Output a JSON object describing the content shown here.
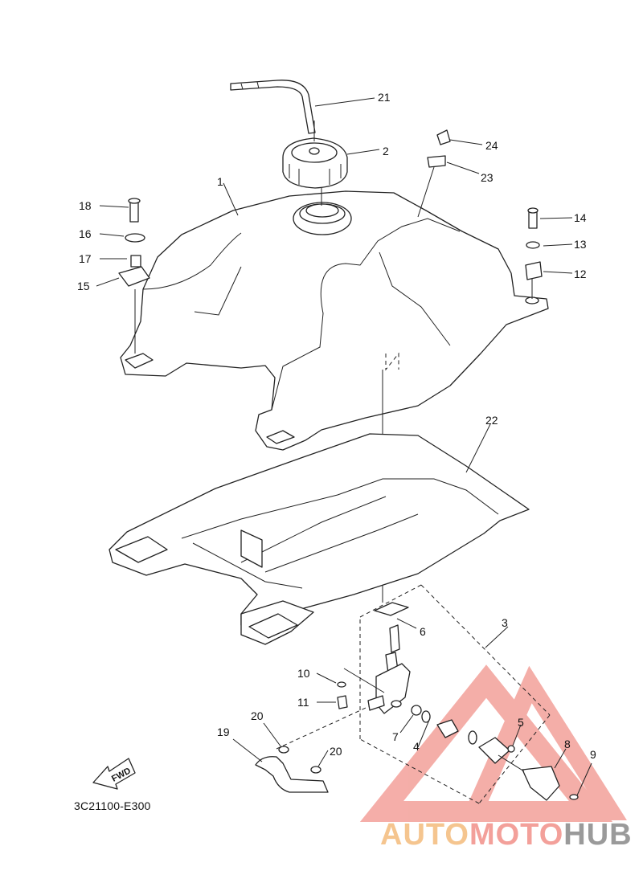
{
  "diagram": {
    "drawing_code": "3C21100-E300",
    "fwd_label": "FWD",
    "callouts": [
      {
        "id": "1",
        "label": "1"
      },
      {
        "id": "2",
        "label": "2"
      },
      {
        "id": "3",
        "label": "3"
      },
      {
        "id": "4",
        "label": "4"
      },
      {
        "id": "5",
        "label": "5"
      },
      {
        "id": "6",
        "label": "6"
      },
      {
        "id": "7",
        "label": "7"
      },
      {
        "id": "8",
        "label": "8"
      },
      {
        "id": "9",
        "label": "9"
      },
      {
        "id": "10",
        "label": "10"
      },
      {
        "id": "11",
        "label": "11"
      },
      {
        "id": "12",
        "label": "12"
      },
      {
        "id": "13",
        "label": "13"
      },
      {
        "id": "14",
        "label": "14"
      },
      {
        "id": "15",
        "label": "15"
      },
      {
        "id": "16",
        "label": "16"
      },
      {
        "id": "17",
        "label": "17"
      },
      {
        "id": "18",
        "label": "18"
      },
      {
        "id": "19",
        "label": "19"
      },
      {
        "id": "20a",
        "label": "20"
      },
      {
        "id": "20b",
        "label": "20"
      },
      {
        "id": "21",
        "label": "21"
      },
      {
        "id": "22",
        "label": "22"
      },
      {
        "id": "23",
        "label": "23"
      },
      {
        "id": "24",
        "label": "24"
      }
    ]
  },
  "watermark": {
    "part1": "AUTO",
    "part2": "MOTO",
    "part3": "HUB",
    "color_orange": "#f5c58f",
    "color_red": "#f3a09a",
    "color_gray": "#9a9a9a"
  }
}
